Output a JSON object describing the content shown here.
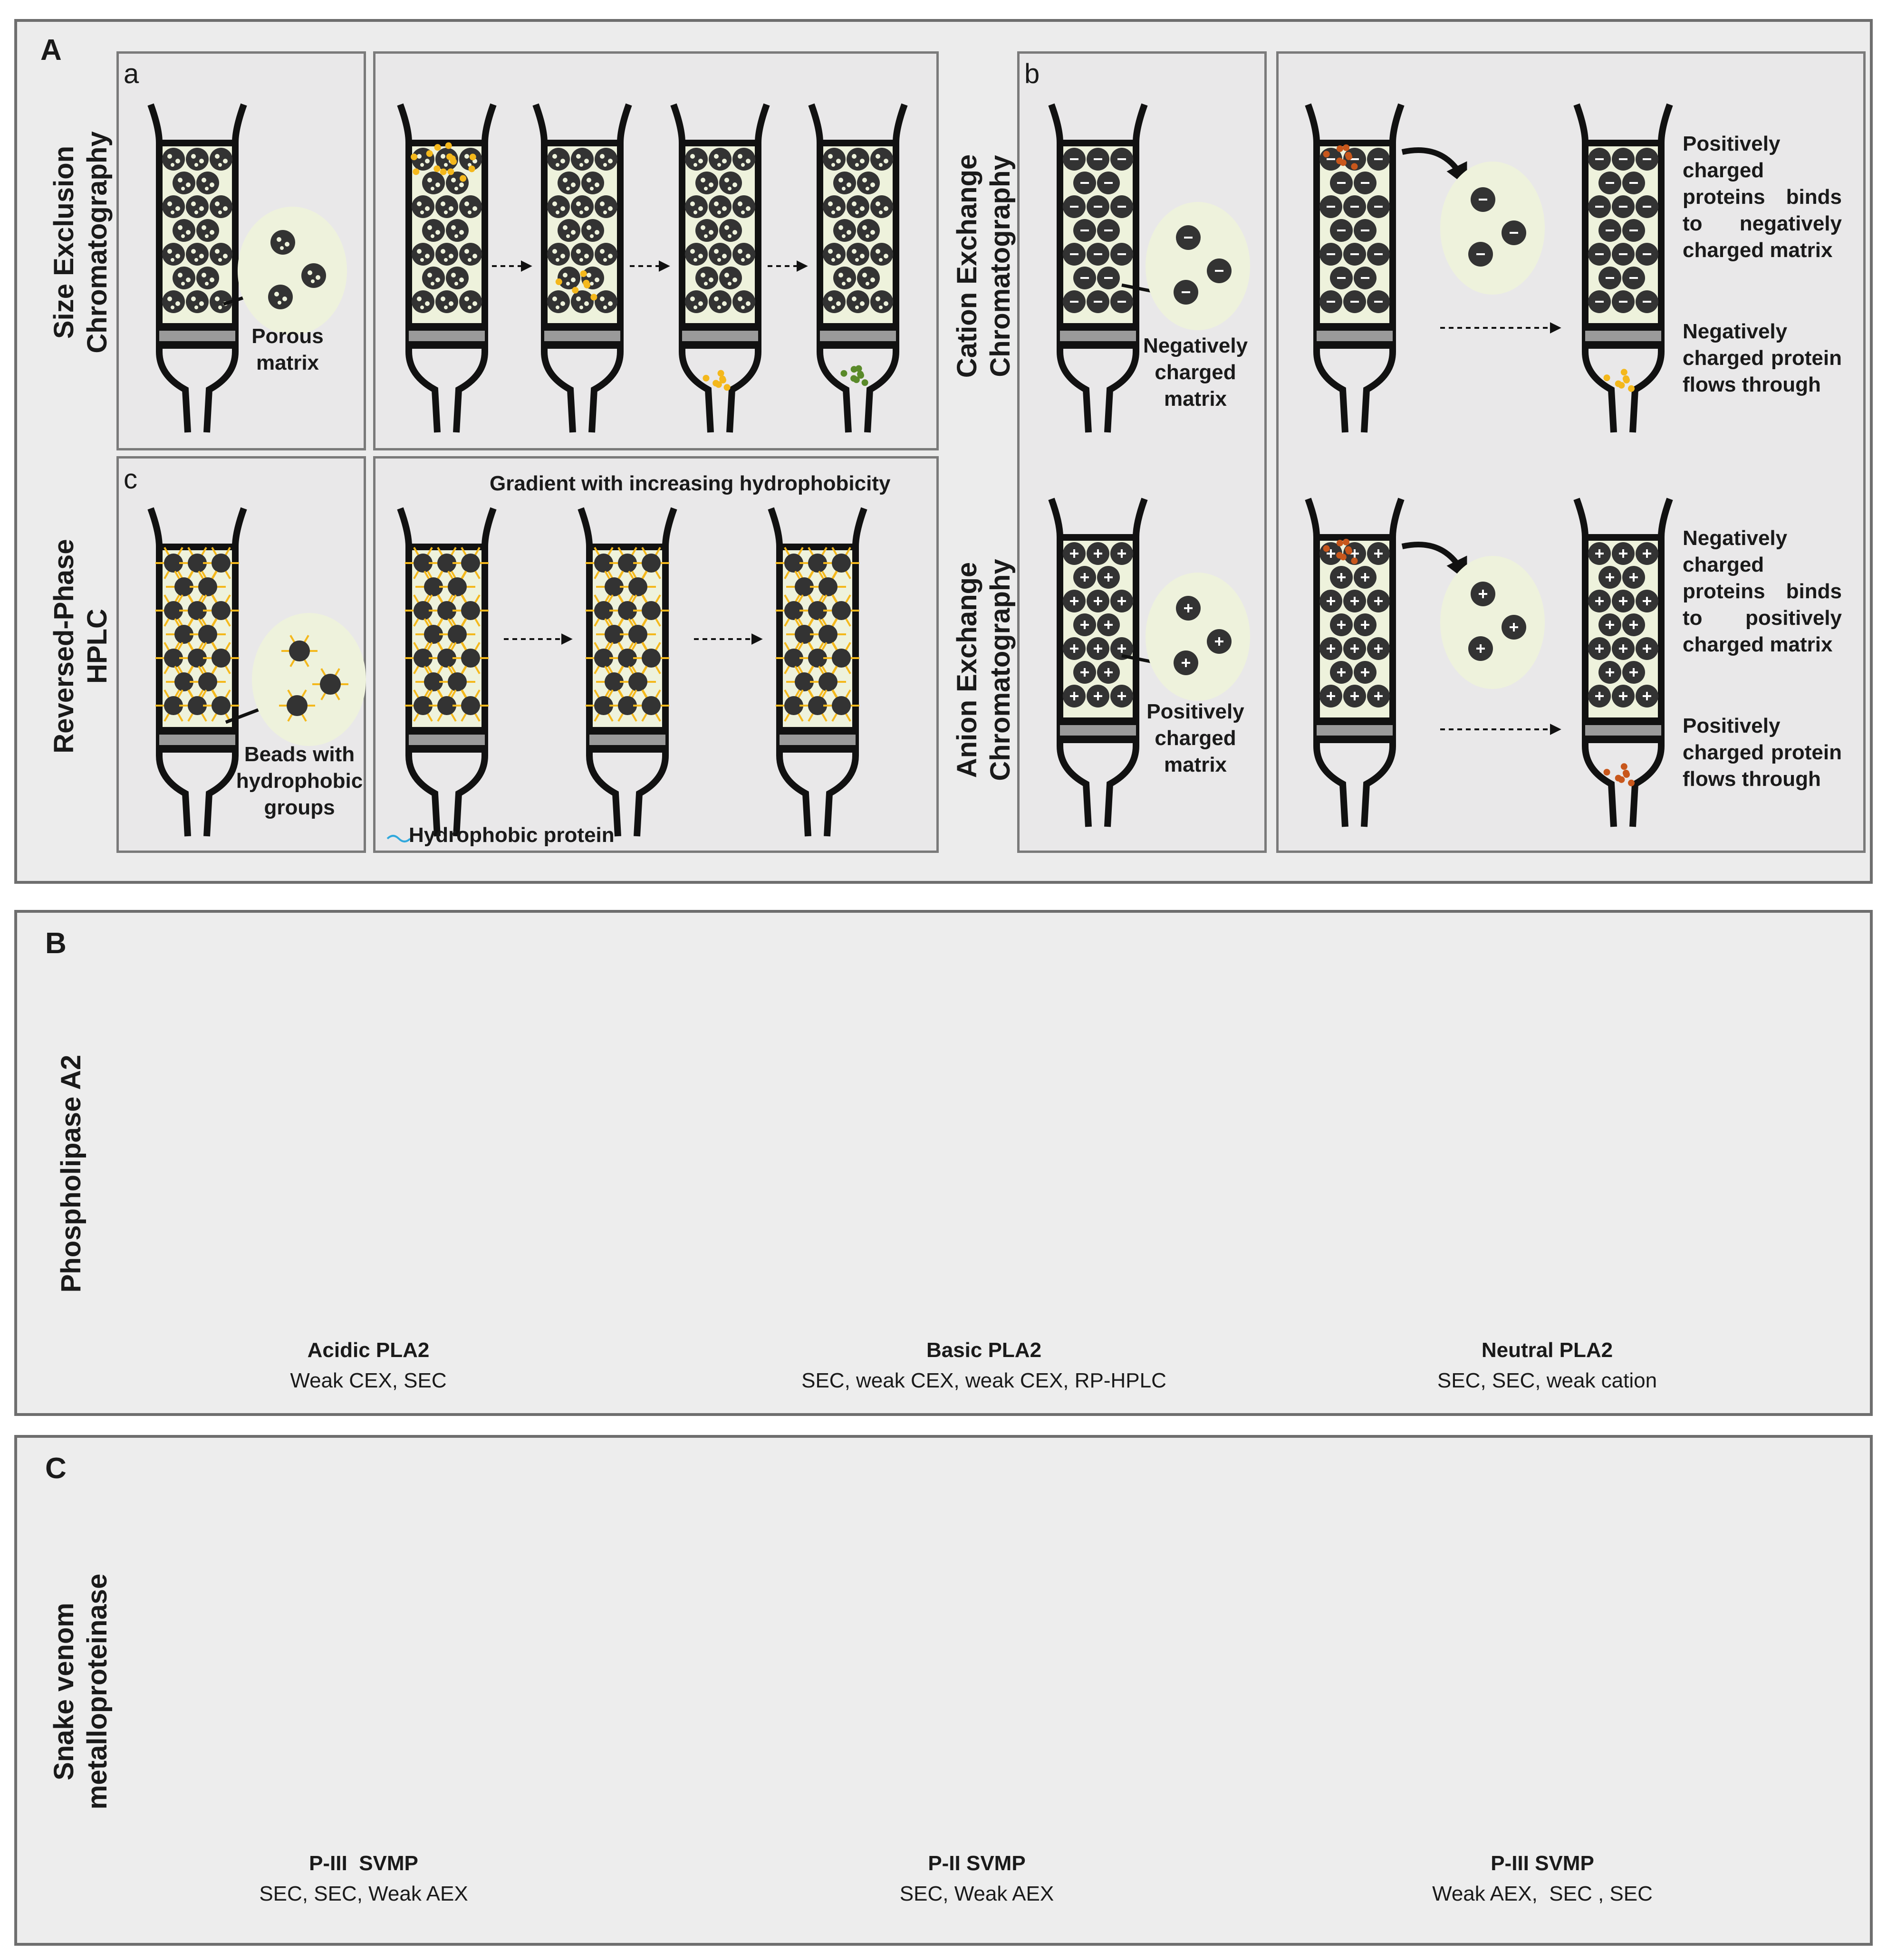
{
  "panels": {
    "A": {
      "label": "A",
      "a": {
        "letter": "a",
        "title": "Size Exclusion\nChromatography",
        "inset_caption": "Porous\nmatrix"
      },
      "b": {
        "letter": "b",
        "cation_title": "Cation Exchange\nChromatography",
        "anion_title": "Anion Exchange\nChromatography",
        "cation_inset_caption": "Negatively\ncharged\nmatrix",
        "anion_inset_caption": "Positively\ncharged\nmatrix",
        "cation_bind_text": "Positively charged proteins binds to negatively charged matrix",
        "cation_flow_text": "Negatively charged protein flows through",
        "anion_bind_text": "Negatively charged proteins binds to positively charged matrix",
        "anion_flow_text": "Positively charged protein flows through"
      },
      "c": {
        "letter": "c",
        "title": "Reversed-Phase\nHPLC",
        "inset_caption": "Beads with\nhydrophobic\ngroups",
        "gradient_text": "Gradient with increasing hydrophobicity",
        "legend_text": "Hydrophobic protein"
      }
    },
    "B": {
      "label": "B",
      "side_title": "Phospholipase A2",
      "items": [
        {
          "name": "Acidic PLA2",
          "methods": "Weak CEX, SEC",
          "color": "#90a8d6"
        },
        {
          "name": "Basic PLA2",
          "methods": "SEC, weak CEX, weak CEX, RP-HPLC",
          "color": "#8a8a8a"
        },
        {
          "name": "Neutral PLA2",
          "methods": "SEC, SEC, weak cation",
          "color": "#1a52b8"
        }
      ]
    },
    "C": {
      "label": "C",
      "side_title": "Snake venom\nmetalloproteinase",
      "items": [
        {
          "name": "P-III  SVMP",
          "methods": "SEC, SEC, Weak AEX",
          "color": "#1a52b8"
        },
        {
          "name": "P-II SVMP",
          "methods": "SEC, Weak AEX",
          "color": "#1a52b8"
        },
        {
          "name": "P-III SVMP",
          "methods": "Weak AEX,  SEC , SEC",
          "color": "#1a52b8"
        }
      ]
    }
  },
  "colors": {
    "bead": "#333333",
    "matrix_bg": "#eef2dc",
    "yellow_protein": "#f4b81c",
    "orange_protein": "#c8571c",
    "blue_protein": "#30a8dc",
    "green_protein": "#5a8a2a"
  }
}
